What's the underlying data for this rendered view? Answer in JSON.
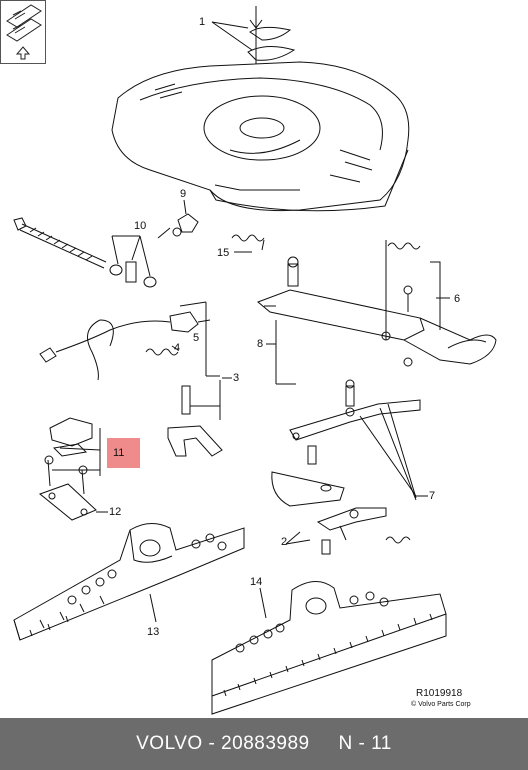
{
  "colors": {
    "footer_bg": "#6c6c6c",
    "highlight": "#ef8b8b",
    "line": "#111111"
  },
  "callouts": {
    "c1": "1",
    "c2": "2",
    "c3": "3",
    "c4": "4",
    "c5": "5",
    "c6": "6",
    "c7": "7",
    "c8": "8",
    "c9": "9",
    "c10": "10",
    "c11": "11",
    "c12": "12",
    "c13": "13",
    "c14": "14",
    "c15": "15"
  },
  "reference": {
    "code": "R1019918",
    "copyright": "© Volvo Parts Corp"
  },
  "footer": {
    "brand": "VOLVO",
    "separator": " - ",
    "part_number": "20883989",
    "position": "N - 11"
  },
  "icons": [
    "book-icon",
    "arrow-up-icon"
  ]
}
